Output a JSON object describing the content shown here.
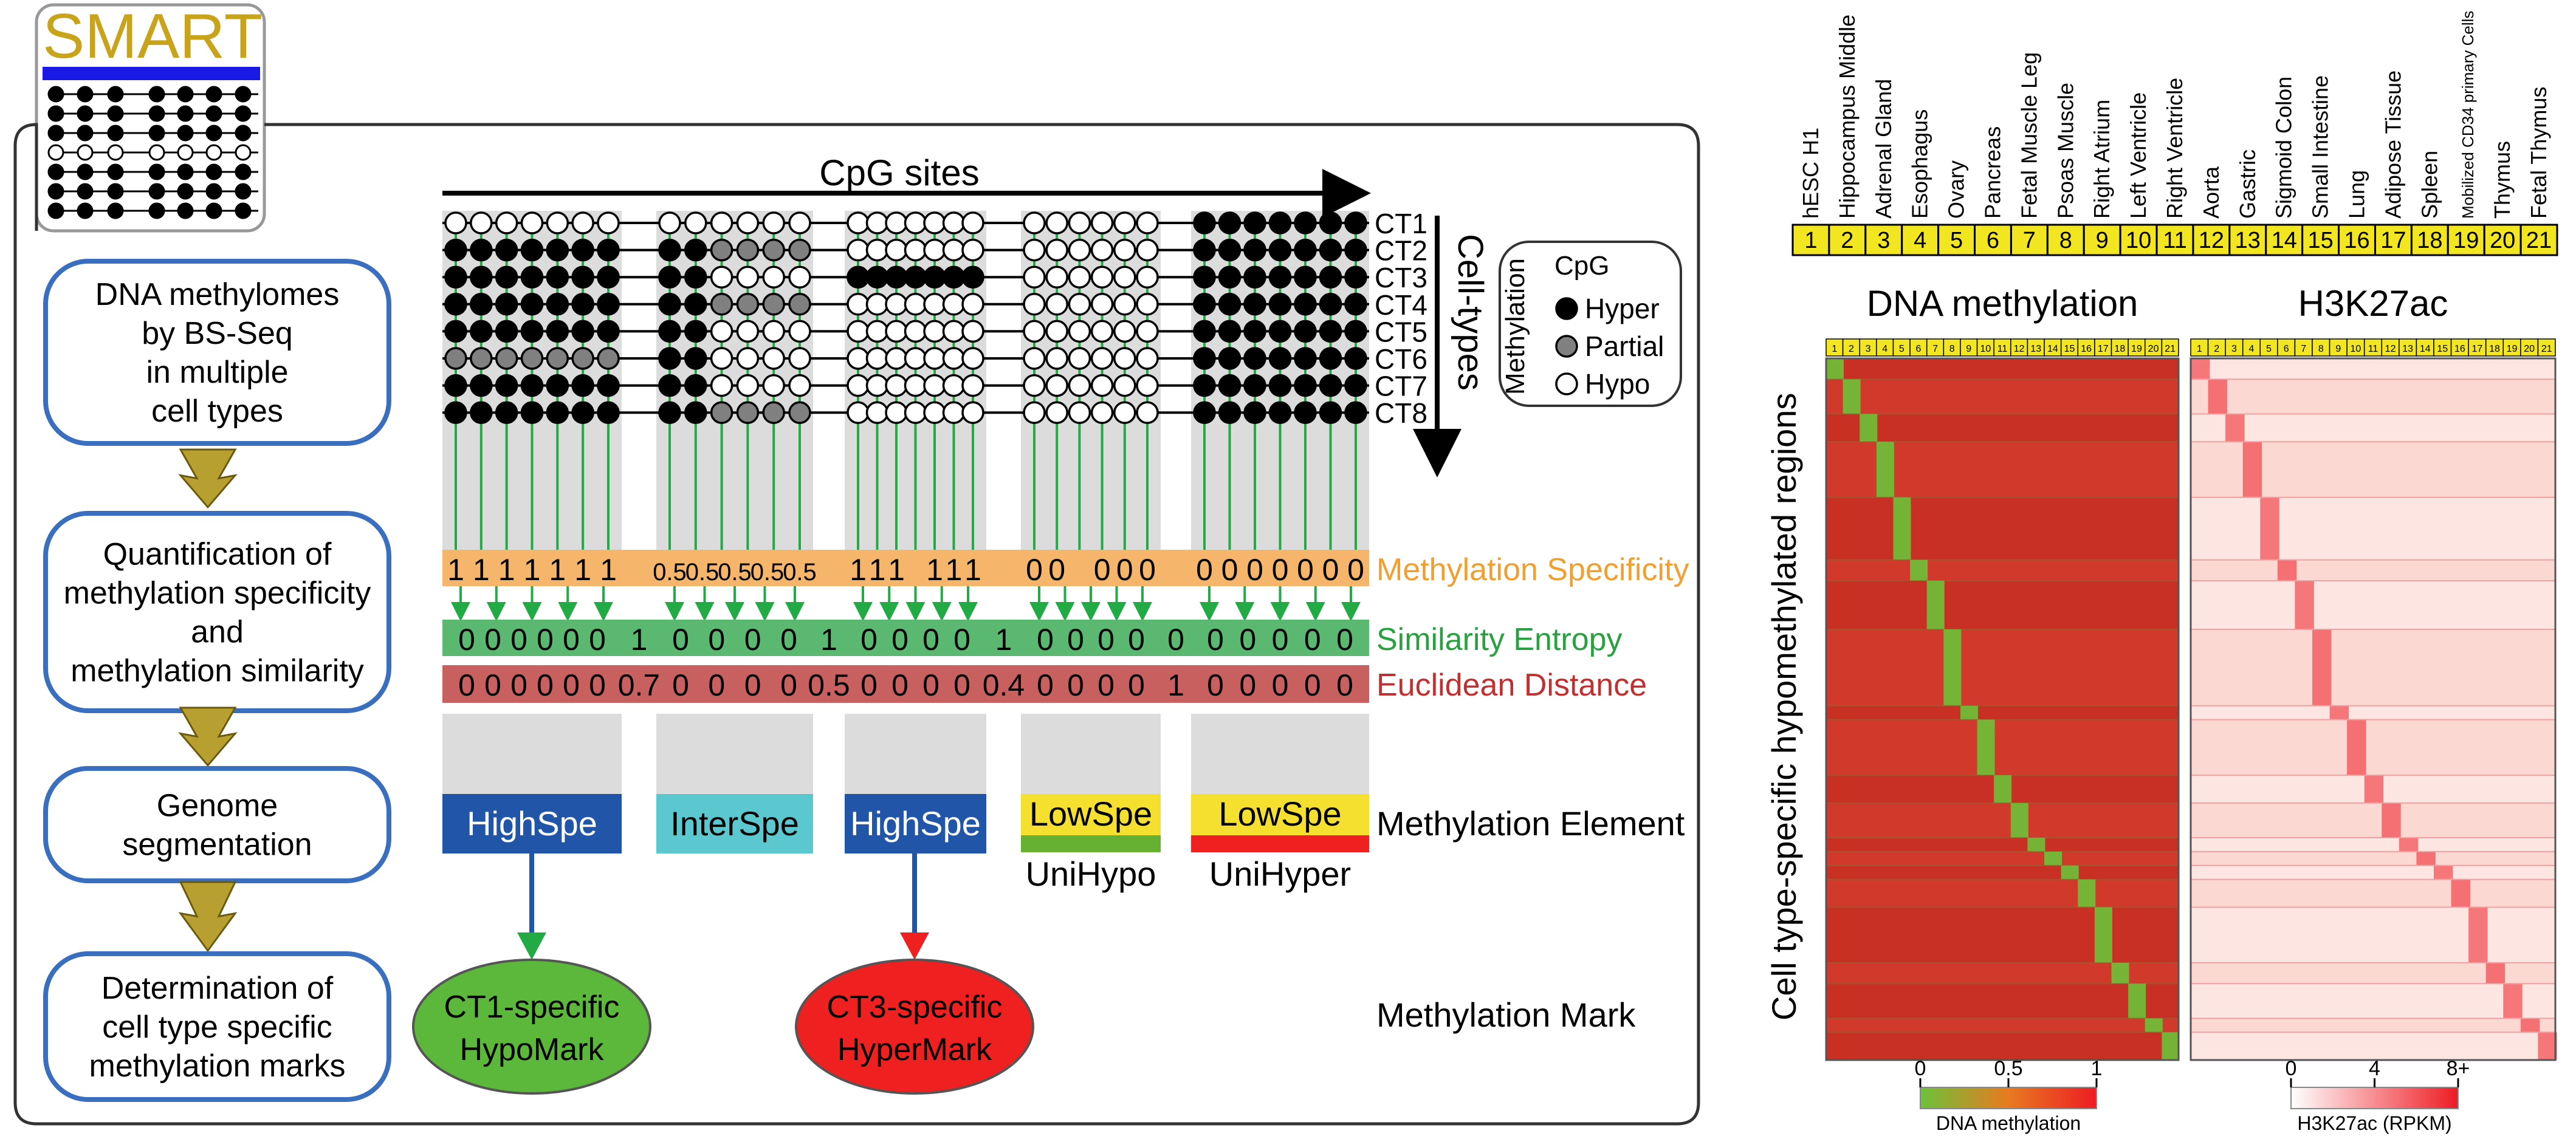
{
  "logo": {
    "text": "SMART",
    "colors": {
      "text": "#c8a41a",
      "bar": "#1a1ae6",
      "border": "#999999"
    }
  },
  "workflow": {
    "steps": [
      {
        "lines": [
          "DNA methylomes",
          "by BS-Seq",
          "in multiple",
          "cell types"
        ]
      },
      {
        "lines": [
          "Quantification of",
          "methylation specificity",
          "and",
          "methylation similarity"
        ]
      },
      {
        "lines": [
          "Genome",
          "segmentation"
        ]
      },
      {
        "lines": [
          "Determination of",
          "cell type specific",
          "methylation marks"
        ]
      }
    ],
    "colors": {
      "border": "#3a6fc0",
      "arrow": "#b8a030"
    }
  },
  "schema": {
    "cpg_sites_label": "CpG sites",
    "cell_types_label": "Cell-types",
    "cell_types": [
      "CT1",
      "CT2",
      "CT3",
      "CT4",
      "CT5",
      "CT6",
      "CT7",
      "CT8"
    ],
    "legend": {
      "title": "CpG",
      "side_label": "Methylation",
      "items": [
        {
          "label": "Hyper",
          "fill": "#000000"
        },
        {
          "label": "Partial",
          "fill": "#808080"
        },
        {
          "label": "Hypo",
          "fill": "#ffffff"
        }
      ]
    },
    "blocks": [
      {
        "pattern": [
          "WWWWWWW",
          "BBBBBBB",
          "BBBBBBB",
          "BBBBBBB",
          "BBBBBBB",
          "GGGGGGG",
          "BBBBBBB",
          "BBBBBBB"
        ],
        "specificity": [
          "1",
          "1",
          "1",
          "1",
          "1",
          "1",
          "1"
        ],
        "entropy": [
          "0",
          "0",
          "0",
          "0",
          "0",
          "0"
        ],
        "distance": [
          "0",
          "0",
          "0",
          "0",
          "0",
          "0"
        ],
        "element": {
          "label": "HighSpe",
          "sub": "",
          "fill": "#2055a8",
          "text_color": "#ffffff",
          "underline": ""
        }
      },
      {
        "pattern": [
          "WWWWWW",
          "BBGGGG",
          "BBWWWW",
          "BBGGGG",
          "BBWWWW",
          "BBWWWW",
          "BBWWWW",
          "BBGGGG"
        ],
        "specificity": [
          "0.5",
          "0.5",
          "0.5",
          "0.5",
          "0.5"
        ],
        "entropy": [
          "0",
          "0",
          "0",
          "0"
        ],
        "distance": [
          "0",
          "0",
          "0",
          "0"
        ],
        "element": {
          "label": "InterSpe",
          "sub": "",
          "fill": "#5bc8d0",
          "text_color": "#000000",
          "underline": ""
        }
      },
      {
        "pattern": [
          "WWWWWWW",
          "WWWWWWW",
          "BBBBBBB",
          "WWWWWWW",
          "WWWWWWW",
          "WWWWWWW",
          "WWWWWWW",
          "WWWWWWW"
        ],
        "specificity": [
          "1",
          "1",
          "1",
          "1",
          "1",
          "1"
        ],
        "entropy": [
          "0",
          "0",
          "0",
          "0"
        ],
        "distance": [
          "0",
          "0",
          "0",
          "0"
        ],
        "element": {
          "label": "HighSpe",
          "sub": "",
          "fill": "#2055a8",
          "text_color": "#ffffff",
          "underline": ""
        }
      },
      {
        "pattern": [
          "WWWWWW",
          "WWWWWW",
          "WWWWWW",
          "WWWWWW",
          "WWWWWW",
          "WWWWWW",
          "WWWWWW",
          "WWWWWW"
        ],
        "specificity": [
          "0",
          "0",
          "0",
          "0",
          "0"
        ],
        "entropy": [
          "0",
          "0",
          "0",
          "0"
        ],
        "distance": [
          "0",
          "0",
          "0",
          "0"
        ],
        "element": {
          "label": "LowSpe",
          "sub": "UniHypo",
          "fill": "#f5e030",
          "text_color": "#000000",
          "underline": "#66b032"
        }
      },
      {
        "pattern": [
          "BBBBBBB",
          "BBBBBBB",
          "BBBBBBB",
          "BBBBBBB",
          "BBBBBBB",
          "BBBBBBB",
          "BBBBBBB",
          "BBBBBBB"
        ],
        "specificity": [
          "0",
          "0",
          "0",
          "0",
          "0",
          "0",
          "0"
        ],
        "entropy": [
          "0",
          "0",
          "0",
          "0",
          "0"
        ],
        "distance": [
          "0",
          "0",
          "0",
          "0",
          "0"
        ],
        "element": {
          "label": "LowSpe",
          "sub": "UniHyper",
          "fill": "#f5e030",
          "text_color": "#000000",
          "underline": "#ee2020"
        }
      }
    ],
    "gap_entropy": [
      "1",
      "1",
      "1",
      "0"
    ],
    "gap_distance": [
      "0.7",
      "0.5",
      "0.4",
      "1"
    ],
    "row_labels": {
      "specificity": "Methylation Specificity",
      "entropy": "Similarity Entropy",
      "distance": "Euclidean Distance",
      "element": "Methylation Element",
      "mark": "Methylation Mark"
    },
    "row_colors": {
      "specificity": "#f5b56a",
      "entropy": "#5ab870",
      "distance": "#c86060",
      "specificity_text": "#f0a030",
      "entropy_text": "#2aa040",
      "distance_text": "#c03030"
    },
    "marks": [
      {
        "lines": [
          "CT1-specific",
          "HypoMark"
        ],
        "fill": "#5cb83a",
        "arrow": "#22aa44"
      },
      {
        "lines": [
          "CT3-specific",
          "HyperMark"
        ],
        "fill": "#ee2020",
        "arrow": "#ee2020"
      }
    ]
  },
  "tissues": {
    "names": [
      "hESC H1",
      "Hippocampus Middle",
      "Adrenal Gland",
      "Esophagus",
      "Ovary",
      "Pancreas",
      "Fetal Muscle Leg",
      "Psoas Muscle",
      "Right Atrium",
      "Left Ventricle",
      "Right Ventricle",
      "Aorta",
      "Gastric",
      "Sigmoid Colon",
      "Small Intestine",
      "Lung",
      "Adipose Tissue",
      "Spleen",
      "Mobilized CD34 primary Cells",
      "Thymus",
      "Fetal Thymus"
    ],
    "numbers": [
      "1",
      "2",
      "3",
      "4",
      "5",
      "6",
      "7",
      "8",
      "9",
      "10",
      "11",
      "12",
      "13",
      "14",
      "15",
      "16",
      "17",
      "18",
      "19",
      "20",
      "21"
    ],
    "strip_color": "#f2e620"
  },
  "heatmaps": {
    "y_label": "Cell type-specific hypomethylated regions",
    "dna": {
      "title": "DNA methylation",
      "colorbar_ticks": [
        "0",
        "0.5",
        "1"
      ],
      "colorbar_label": "DNA methylation",
      "colors": {
        "low": "#6cc23a",
        "mid": "#e87a20",
        "high": "#ee1c24",
        "block": "#cc3528"
      }
    },
    "h3k27ac": {
      "title": "H3K27ac",
      "colorbar_ticks": [
        "0",
        "4",
        "8+"
      ],
      "colorbar_label": "H3K27ac (RPKM)",
      "colors": {
        "low": "#ffffff",
        "high": "#ee1c24",
        "base": "#fbe0dc"
      }
    },
    "region_fractions": [
      0.03,
      0.05,
      0.04,
      0.08,
      0.09,
      0.03,
      0.07,
      0.11,
      0.02,
      0.08,
      0.04,
      0.05,
      0.02,
      0.02,
      0.02,
      0.04,
      0.08,
      0.03,
      0.05,
      0.02,
      0.04
    ]
  }
}
